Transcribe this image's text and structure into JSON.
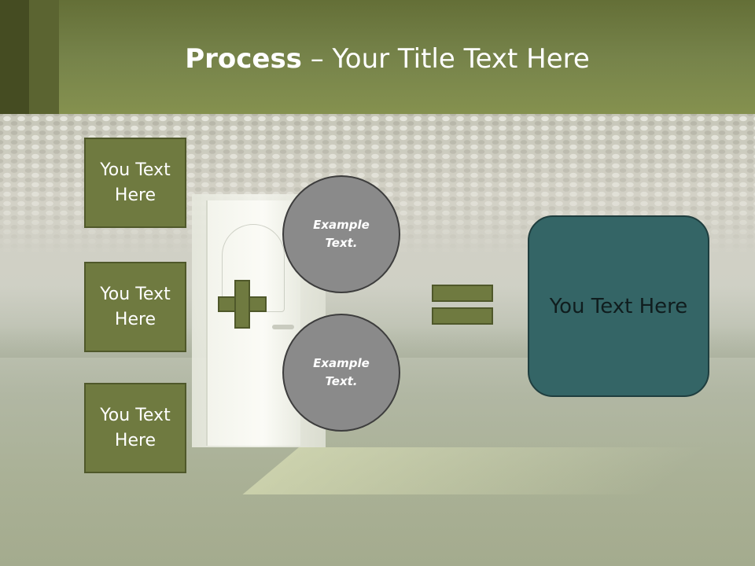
{
  "title": {
    "bold": "Process",
    "rest": " – Your Title Text Here"
  },
  "left_boxes": [
    {
      "label": "You Text Here"
    },
    {
      "label": "You Text Here"
    },
    {
      "label": "You Text Here"
    }
  ],
  "circles": [
    {
      "label": "Example Text."
    },
    {
      "label": "Example Text."
    }
  ],
  "result": {
    "label": "You Text Here"
  },
  "colors": {
    "title_bar": "#7a8548",
    "box_fill": "#6f7a40",
    "box_border": "#4f582a",
    "circle_fill": "#8a8a8a",
    "result_fill": "#346566"
  }
}
